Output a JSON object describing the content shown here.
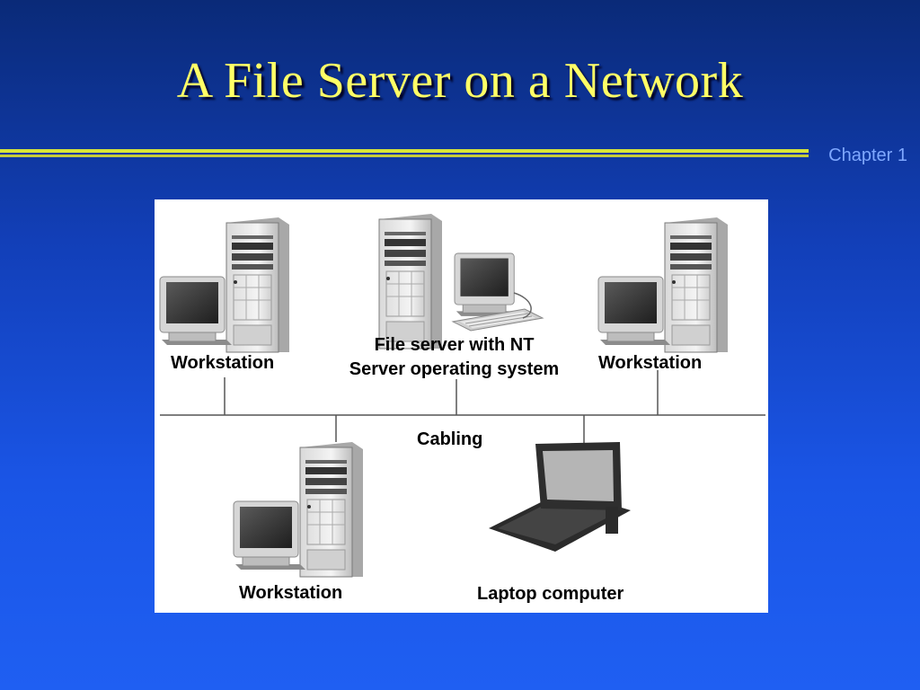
{
  "slide": {
    "title": "A File Server on a Network",
    "chapter": "Chapter 1"
  },
  "diagram": {
    "labels": {
      "workstation_left": "Workstation",
      "file_server_line1": "File server with NT",
      "file_server_line2": "Server operating system",
      "workstation_right": "Workstation",
      "cabling": "Cabling",
      "workstation_bottom": "Workstation",
      "laptop": "Laptop computer"
    },
    "colors": {
      "title": "#ffff66",
      "rule": "#d8e63a",
      "chapter": "#7fa8ff",
      "panel": "#ffffff"
    }
  }
}
